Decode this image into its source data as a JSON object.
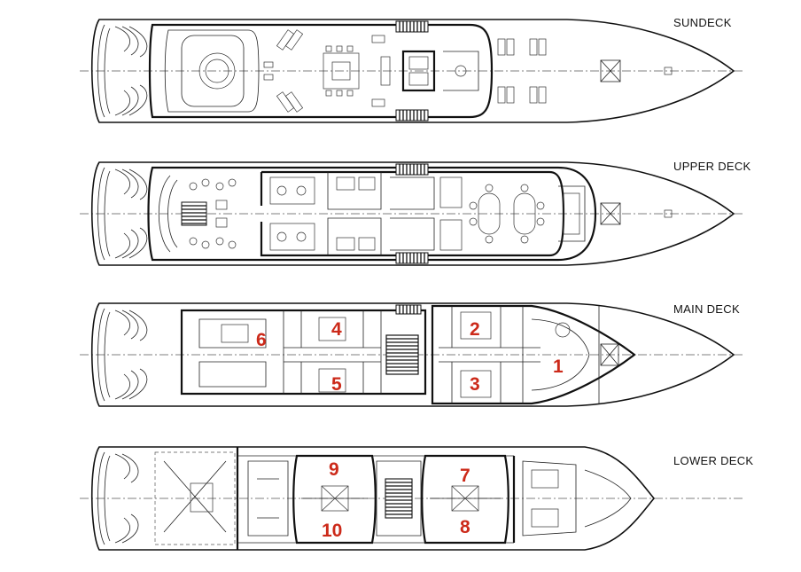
{
  "decks": [
    {
      "id": "sundeck",
      "label": "SUNDECK",
      "cabins": []
    },
    {
      "id": "upper",
      "label": "UPPER DECK",
      "cabins": []
    },
    {
      "id": "main",
      "label": "MAIN DECK",
      "cabins": [
        "6",
        "4",
        "5",
        "2",
        "3",
        "1"
      ]
    },
    {
      "id": "lower",
      "label": "LOWER DECK",
      "cabins": [
        "9",
        "10",
        "7",
        "8"
      ]
    }
  ],
  "colors": {
    "cabin_number": "#cc2a1a",
    "lines": "#111111",
    "background": "#ffffff"
  }
}
